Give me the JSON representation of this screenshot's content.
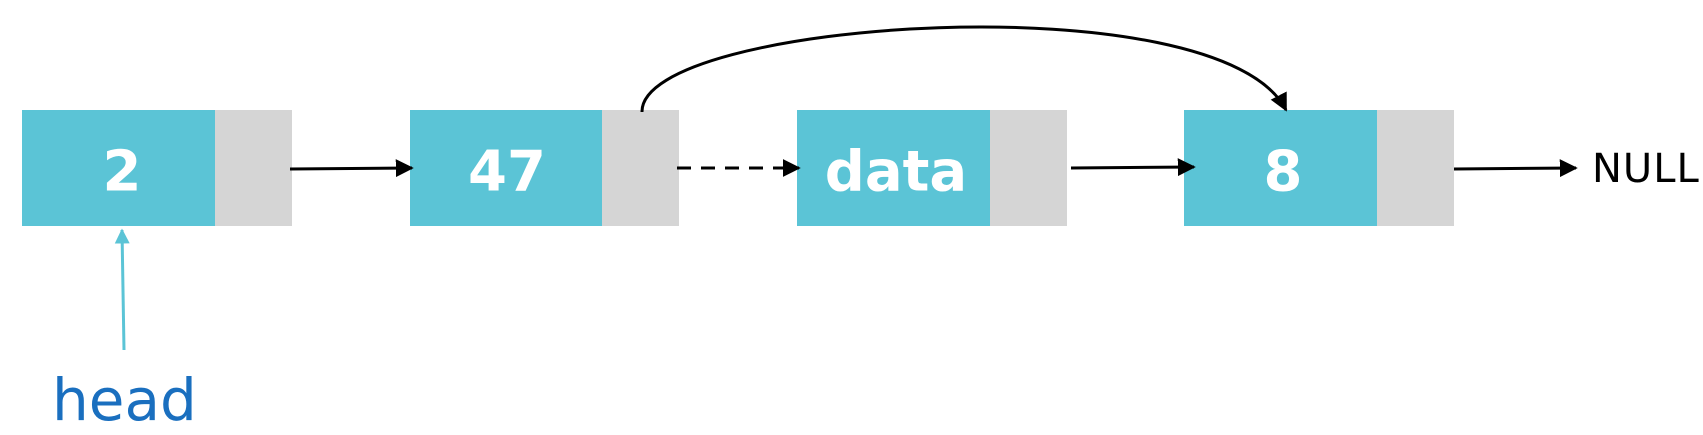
{
  "nodes": [
    {
      "value": "2"
    },
    {
      "value": "47"
    },
    {
      "value": "data"
    },
    {
      "value": "8"
    }
  ],
  "labels": {
    "null": "NULL",
    "head": "head"
  },
  "colors": {
    "data_cell": "#5BC4D6",
    "pointer_cell": "#D5D5D5",
    "node_text": "#FFFFFF",
    "arrow": "#000000",
    "head_pointer": "#5BC4D6",
    "head_text": "#1A6FBF",
    "null_text": "#000000"
  }
}
